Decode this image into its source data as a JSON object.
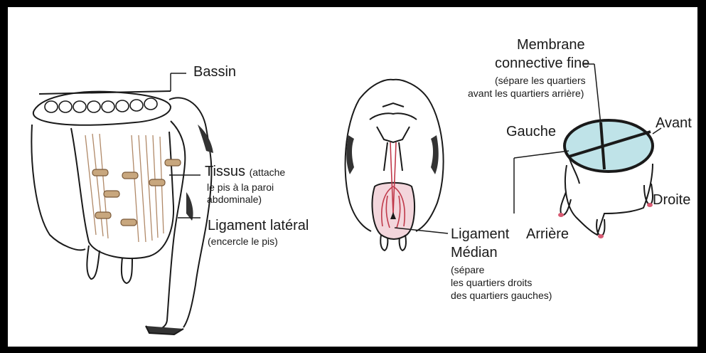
{
  "labels": {
    "bassin": "Bassin",
    "tissus_title": "Tissus",
    "tissus_note_1": "(attache",
    "tissus_note_2": "le pis à la paroi",
    "tissus_note_3": "abdominale)",
    "ligament_lateral": "Ligament latéral",
    "ligament_lateral_note": "(encercle le pis)",
    "ligament_median_1": "Ligament",
    "ligament_median_2": "Médian",
    "ligament_median_note_1": "(sépare",
    "ligament_median_note_2": "les quartiers droits",
    "ligament_median_note_3": "des quartiers gauches)",
    "membrane_1": "Membrane",
    "membrane_2": "connective fine",
    "membrane_note_1": "(sépare les quartiers",
    "membrane_note_2": "avant les quartiers arrière)",
    "avant": "Avant",
    "gauche": "Gauche",
    "droite": "Droite",
    "arriere": "Arrière"
  },
  "colors": {
    "frame": "#000000",
    "line": "#1a1a1a",
    "muscle": "#c8a77e",
    "ligament": "#c0394a",
    "quarter_fill": "#bfe3e8",
    "teat_tip": "#d85a72"
  }
}
